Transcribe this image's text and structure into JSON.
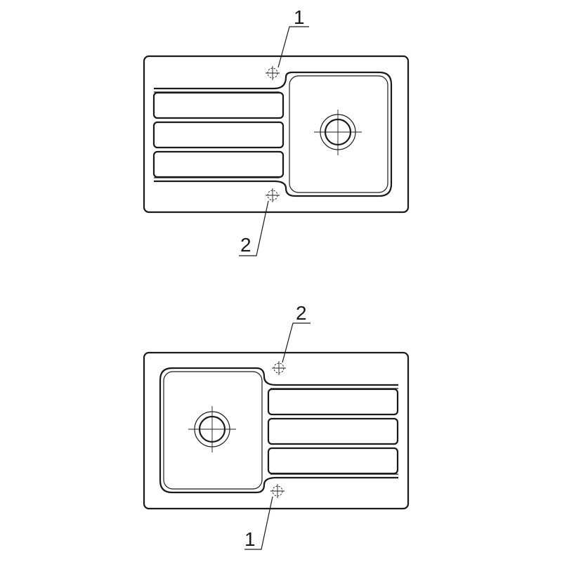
{
  "diagram": {
    "top_sink": {
      "callout_top": "1",
      "callout_bottom": "2"
    },
    "bottom_sink": {
      "callout_top": "2",
      "callout_bottom": "1"
    }
  }
}
